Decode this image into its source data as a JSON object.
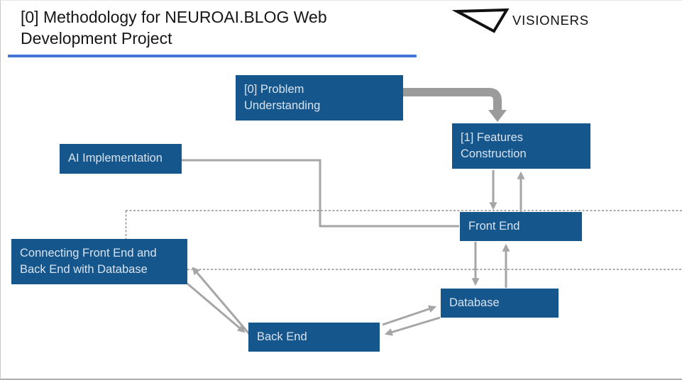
{
  "header": {
    "title": "[0] Methodology for NEUROAI.BLOG Web Development Project",
    "logo_text": "VISIONERS"
  },
  "diagram": {
    "nodes": [
      {
        "id": "problem-understanding",
        "label": "[0] Problem Understanding"
      },
      {
        "id": "features-construction",
        "label": "[1] Features Construction"
      },
      {
        "id": "ai-implementation",
        "label": "AI Implementation"
      },
      {
        "id": "front-end",
        "label": "Front End"
      },
      {
        "id": "connecting-frontend-backend-database",
        "label": "Connecting Front End and Back End with Database"
      },
      {
        "id": "database",
        "label": "Database"
      },
      {
        "id": "back-end",
        "label": "Back End"
      }
    ],
    "connections": [
      "problem-understanding -> features-construction (thick elbow arrow)",
      "features-construction <-> front-end (two vertical arrows)",
      "ai-implementation -> front-end (elbow line, no arrowhead)",
      "front-end <-> database (two vertical arrows)",
      "connecting-frontend-backend-database <-> back-end (two diagonal arrows)",
      "back-end <-> database (two diagonal arrows)"
    ]
  },
  "colors": {
    "box_fill": "#15568D",
    "box_text": "#D8E3F0",
    "connector": "#A6A6A6",
    "thick_arrow": "#9B9B9B",
    "dotted": "#8F8F8F",
    "underline": "#4575D6"
  }
}
